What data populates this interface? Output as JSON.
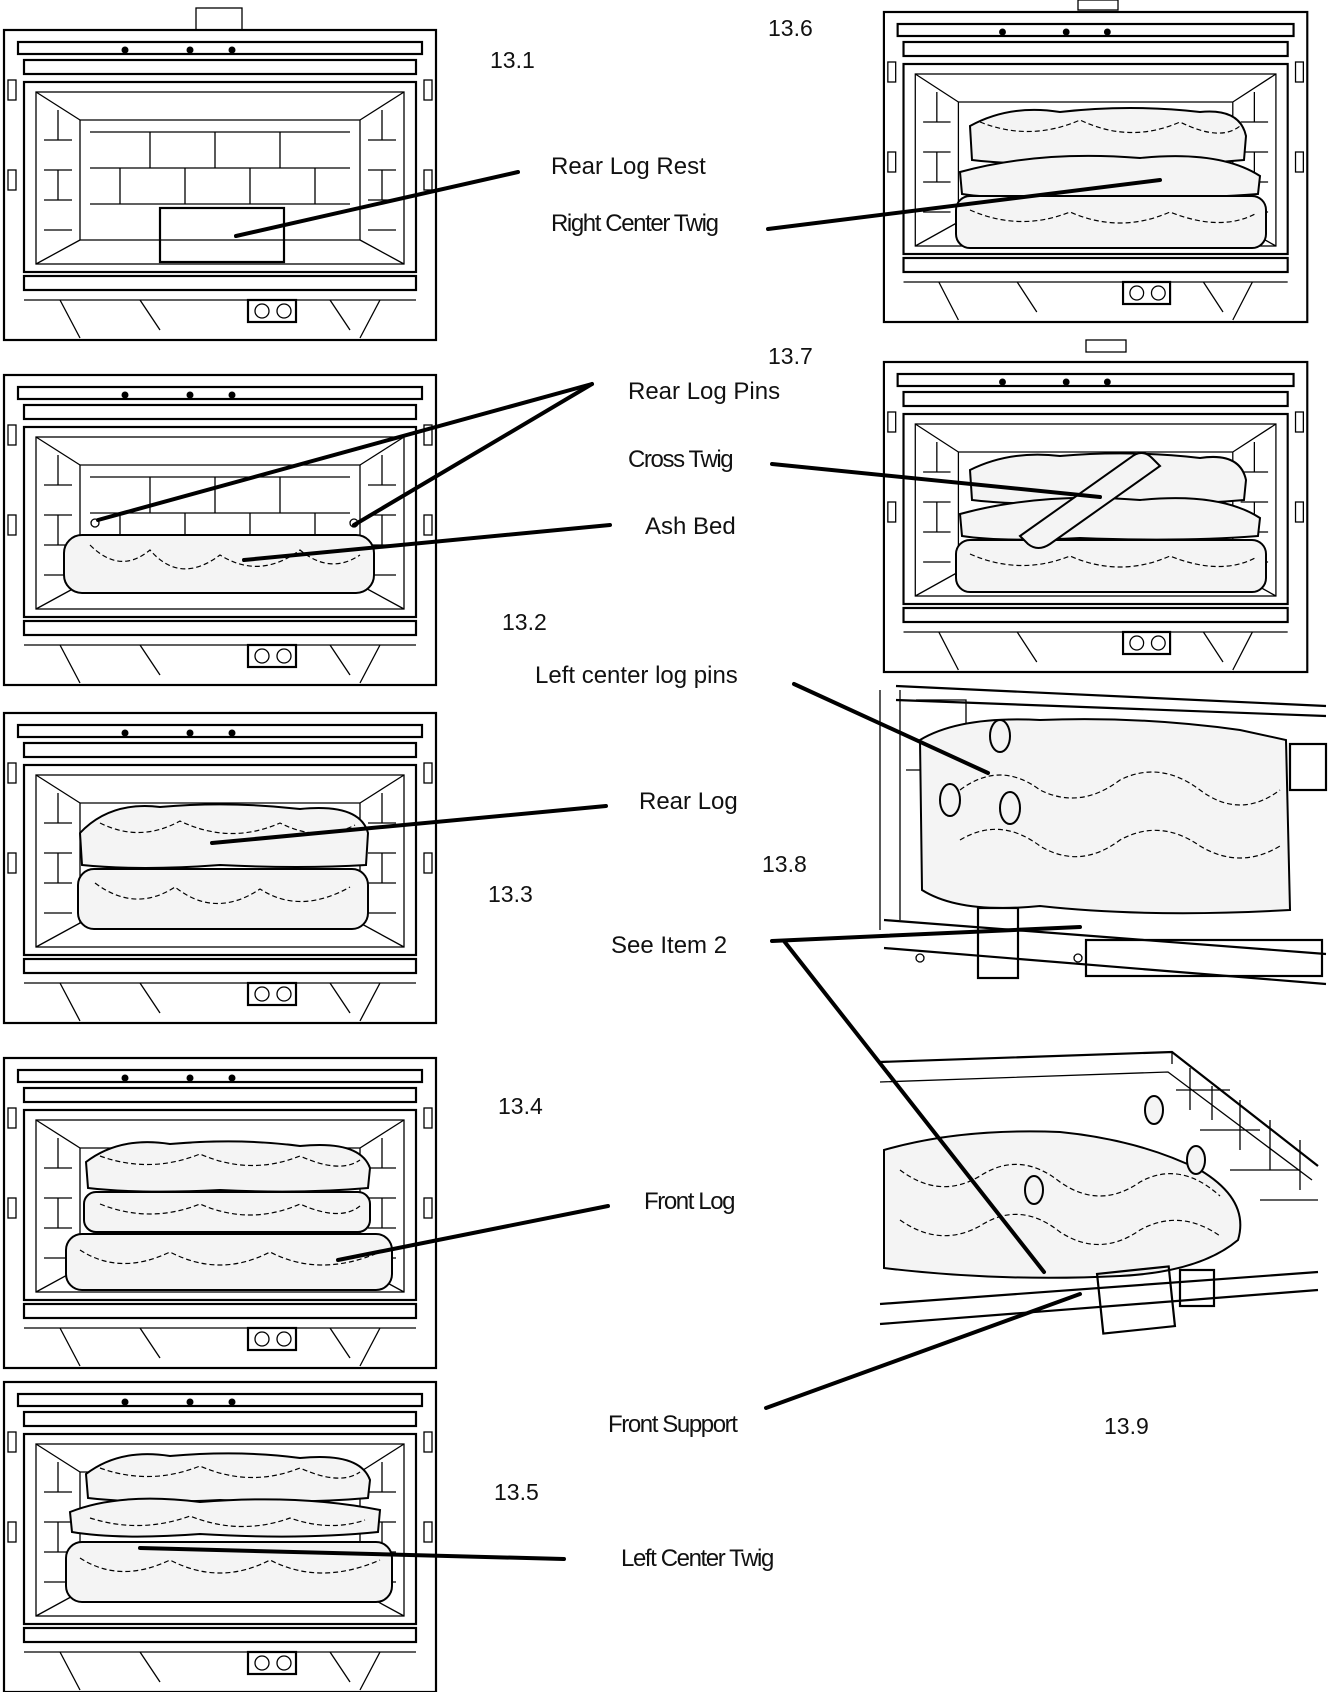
{
  "figures": {
    "f13_1": "13.1",
    "f13_2": "13.2",
    "f13_3": "13.3",
    "f13_4": "13.4",
    "f13_5": "13.5",
    "f13_6": "13.6",
    "f13_7": "13.7",
    "f13_8": "13.8",
    "f13_9": "13.9"
  },
  "labels": {
    "rear_log_rest": "Rear Log Rest",
    "right_center_twig": "Right Center Twig",
    "rear_log_pins": "Rear Log Pins",
    "cross_twig": "Cross Twig",
    "ash_bed": "Ash Bed",
    "left_center_log_pins": "Left center log pins",
    "rear_log": "Rear Log",
    "see_item_2": "See Item 2",
    "front_log": "Front Log",
    "front_support": "Front Support",
    "left_center_twig": "Left Center Twig"
  }
}
